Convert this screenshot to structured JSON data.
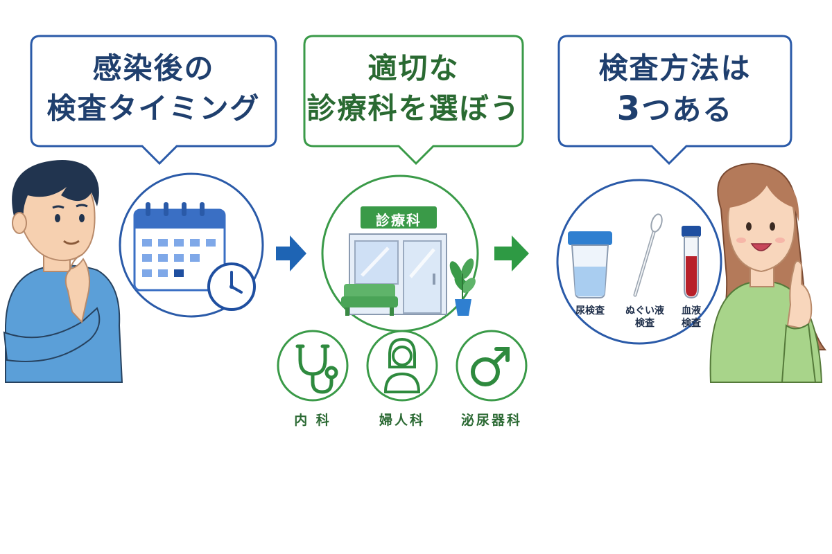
{
  "bubbles": {
    "timing": {
      "line1": "感染後の",
      "line2": "検査タイミング"
    },
    "department": {
      "line1": "適切な",
      "line2": "診療科を選ぼう"
    },
    "methods": {
      "line1": "検査方法は",
      "line2_num": "3",
      "line2_text": "つある"
    }
  },
  "clinic": {
    "sign": "診療科"
  },
  "departments": [
    {
      "label": "内 科",
      "icon": "stethoscope-icon"
    },
    {
      "label": "婦人科",
      "icon": "woman-icon"
    },
    {
      "label": "泌尿器科",
      "icon": "male-symbol-icon"
    }
  ],
  "tests": [
    {
      "line1": "尿検査",
      "line2": "",
      "icon": "urine-cup-icon"
    },
    {
      "line1": "ぬぐい液",
      "line2": "検査",
      "icon": "swab-icon"
    },
    {
      "line1": "血液",
      "line2": "検査",
      "icon": "blood-tube-icon"
    }
  ],
  "colors": {
    "blue_outline": "#2a5aa8",
    "green_outline": "#3a9a48",
    "arrow_blue": "#1e64b4",
    "arrow_green": "#2e9a44",
    "blood_red": "#b8202a"
  }
}
